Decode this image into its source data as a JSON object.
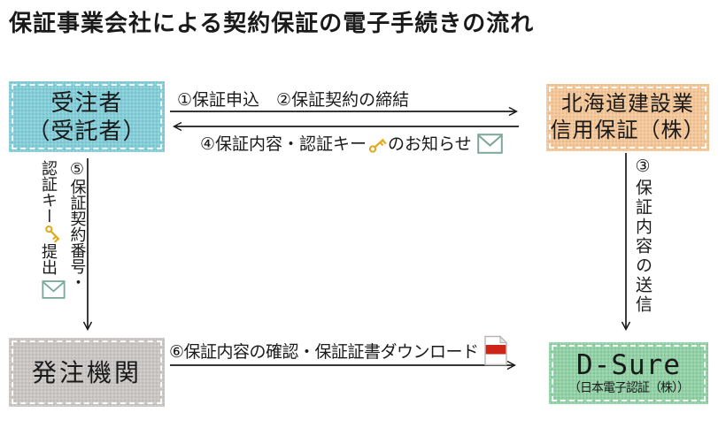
{
  "title": "保証事業会社による契約保証の電子手続きの流れ",
  "nodes": {
    "contractor": {
      "line1": "受注者",
      "line2": "（受託者）",
      "color": "#7bcbd6"
    },
    "guarantor": {
      "line1": "北海道建設業",
      "line2": "信用保証（株）",
      "color": "#f4c492"
    },
    "orderer": {
      "line1": "発注機関",
      "color": "#c7c3c1"
    },
    "dsure": {
      "line1": "D-Sure",
      "line2": "（日本電子認証（株））",
      "color": "#8bcfa0"
    }
  },
  "flows": {
    "step1_2": {
      "label": "①保証申込　②保証契約の締結",
      "from": "contractor",
      "to": "guarantor",
      "direction": "right"
    },
    "step3": {
      "label": "③保証内容の送信",
      "from": "guarantor",
      "to": "dsure",
      "direction": "down"
    },
    "step4": {
      "label_before_key": "④保証内容・認証キー",
      "label_after_key": "のお知らせ",
      "icons": [
        "key-icon",
        "envelope-icon"
      ],
      "from": "guarantor",
      "to": "contractor",
      "direction": "left"
    },
    "step5": {
      "column1": "⑤保証契約番号・",
      "column2_before_key": "認証キー",
      "column2_after_key": "提出",
      "icons": [
        "key-icon",
        "envelope-icon"
      ],
      "from": "contractor",
      "to": "orderer",
      "direction": "down"
    },
    "step6": {
      "label": "⑥保証内容の確認・保証証書ダウンロード",
      "icons": [
        "document-icon"
      ],
      "from": "orderer",
      "to": "dsure",
      "direction": "right"
    }
  },
  "icons": {
    "key": {
      "name": "key-icon",
      "color": "#e3a81e"
    },
    "envelope": {
      "name": "envelope-icon",
      "stroke": "#7ba89b",
      "fill": "#ffffff"
    },
    "document": {
      "name": "document-icon",
      "band_color": "#cd2418",
      "page_color": "#ffffff"
    }
  },
  "colors": {
    "arrow": "#1a1a1a",
    "text": "#1a1a1a",
    "background": "#ffffff"
  }
}
